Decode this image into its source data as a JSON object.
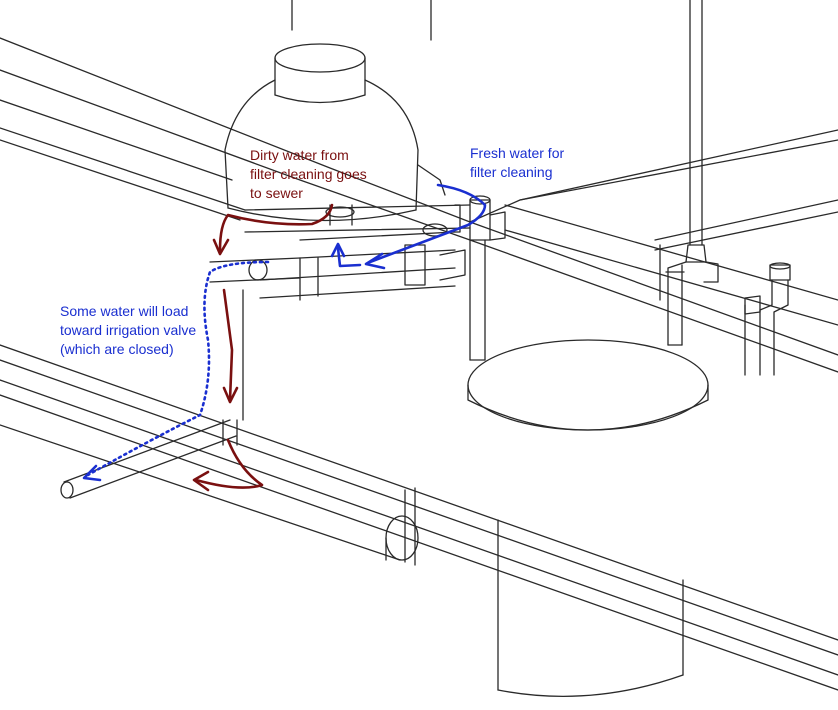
{
  "labels": {
    "dirty_water": {
      "lines": [
        "Dirty water from",
        "filter cleaning goes",
        "to sewer"
      ],
      "color": "#7a1010"
    },
    "fresh_water": {
      "lines": [
        "Fresh water for",
        "filter cleaning"
      ],
      "color": "#1a2fd0"
    },
    "irrigation": {
      "lines": [
        "Some water will load",
        "toward irrigation valve",
        "(which are closed)"
      ],
      "color": "#1a2fd0"
    }
  },
  "colors": {
    "sketch_line": "#2a2a2a",
    "dirty_flow": "#7a1010",
    "fresh_flow": "#1a2fd0",
    "background": "#ffffff"
  }
}
